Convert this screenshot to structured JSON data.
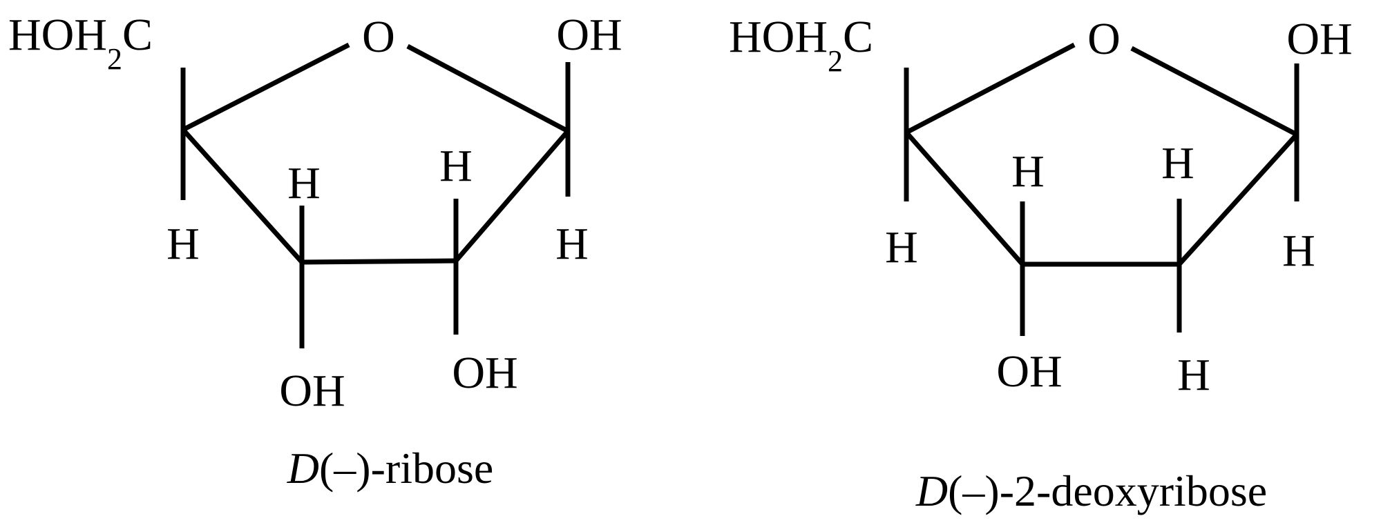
{
  "molecules": [
    {
      "caption_prefix": "D",
      "caption_suffix": "(–)-ribose",
      "ring_oxygen": "O",
      "c4_substituent": "HOH",
      "c4_sub_index": "2",
      "c4_substituent_end": "C",
      "c4_h": "H",
      "c3_top": "H",
      "c3_bottom": "OH",
      "c2_top": "H",
      "c2_bottom": "OH",
      "c1_top": "OH",
      "c1_bottom": "H"
    },
    {
      "caption_prefix": "D",
      "caption_suffix": "(–)-2-deoxyribose",
      "ring_oxygen": "O",
      "c4_substituent": "HOH",
      "c4_sub_index": "2",
      "c4_substituent_end": "C",
      "c4_h": "H",
      "c3_top": "H",
      "c3_bottom": "OH",
      "c2_top": "H",
      "c2_bottom": "H",
      "c1_top": "OH",
      "c1_bottom": "H"
    }
  ]
}
